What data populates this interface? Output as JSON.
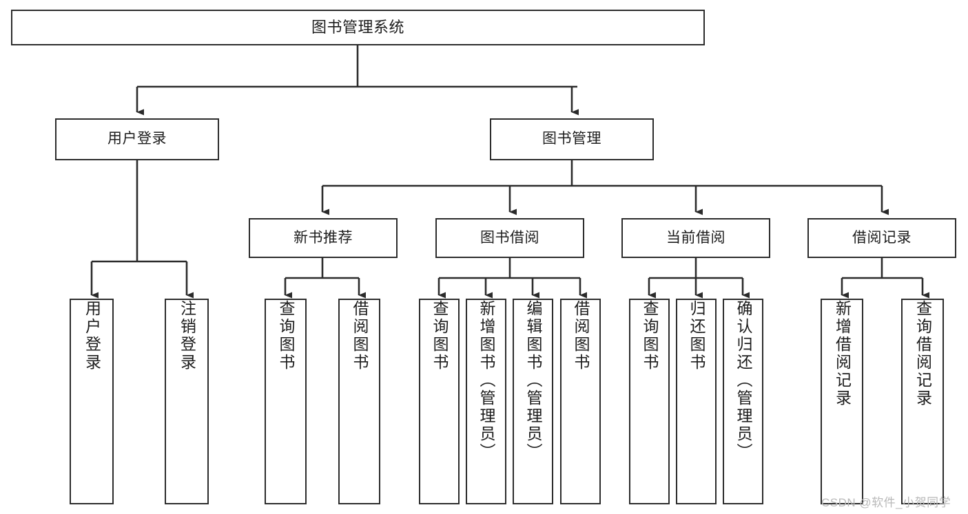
{
  "diagram": {
    "type": "hierarchy-tree",
    "title": "图书管理系统",
    "watermark": "CSDN @软件_小贺同学",
    "colors": {
      "border": "#2b2b2b",
      "text": "#1c1c1c",
      "background": "#ffffff",
      "watermark": "#b9b9b9"
    },
    "levels": [
      {
        "level": 1,
        "nodes": [
          {
            "id": "root",
            "label": "图书管理系统",
            "orientation": "horizontal"
          }
        ]
      },
      {
        "level": 2,
        "nodes": [
          {
            "id": "user-login",
            "label": "用户登录",
            "orientation": "horizontal",
            "parent": "root"
          },
          {
            "id": "book-manage",
            "label": "图书管理",
            "orientation": "horizontal",
            "parent": "root"
          }
        ]
      },
      {
        "level": 3,
        "nodes": [
          {
            "id": "new-book-rec",
            "label": "新书推荐",
            "orientation": "horizontal",
            "parent": "book-manage"
          },
          {
            "id": "book-borrow",
            "label": "图书借阅",
            "orientation": "horizontal",
            "parent": "book-manage"
          },
          {
            "id": "current-borrow",
            "label": "当前借阅",
            "orientation": "horizontal",
            "parent": "book-manage"
          },
          {
            "id": "borrow-record",
            "label": "借阅记录",
            "orientation": "horizontal",
            "parent": "book-manage"
          }
        ]
      },
      {
        "level": 4,
        "nodes": [
          {
            "id": "leaf-user-login",
            "label": "用户登录",
            "orientation": "vertical",
            "parent": "user-login"
          },
          {
            "id": "leaf-logout",
            "label": "注销登录",
            "orientation": "vertical",
            "parent": "user-login"
          },
          {
            "id": "leaf-query-book-1",
            "label": "查询图书",
            "orientation": "vertical",
            "parent": "new-book-rec"
          },
          {
            "id": "leaf-borrow-book-1",
            "label": "借阅图书",
            "orientation": "vertical",
            "parent": "new-book-rec"
          },
          {
            "id": "leaf-query-book-2",
            "label": "查询图书",
            "orientation": "vertical",
            "parent": "book-borrow"
          },
          {
            "id": "leaf-add-book",
            "label": "新增图书（管理员）",
            "orientation": "vertical",
            "parent": "book-borrow"
          },
          {
            "id": "leaf-edit-book",
            "label": "编辑图书（管理员）",
            "orientation": "vertical",
            "parent": "book-borrow"
          },
          {
            "id": "leaf-borrow-book-2",
            "label": "借阅图书",
            "orientation": "vertical",
            "parent": "book-borrow"
          },
          {
            "id": "leaf-query-book-3",
            "label": "查询图书",
            "orientation": "vertical",
            "parent": "current-borrow"
          },
          {
            "id": "leaf-return-book",
            "label": "归还图书",
            "orientation": "vertical",
            "parent": "current-borrow"
          },
          {
            "id": "leaf-confirm-return",
            "label": "确认归还（管理员）",
            "orientation": "vertical",
            "parent": "current-borrow"
          },
          {
            "id": "leaf-add-record",
            "label": "新增借阅记录",
            "orientation": "vertical",
            "parent": "borrow-record"
          },
          {
            "id": "leaf-query-record",
            "label": "查询借阅记录",
            "orientation": "vertical",
            "parent": "borrow-record"
          }
        ]
      }
    ],
    "edges": [
      {
        "from": "root",
        "to": "user-login"
      },
      {
        "from": "root",
        "to": "book-manage"
      },
      {
        "from": "book-manage",
        "to": "new-book-rec"
      },
      {
        "from": "book-manage",
        "to": "book-borrow"
      },
      {
        "from": "book-manage",
        "to": "current-borrow"
      },
      {
        "from": "book-manage",
        "to": "borrow-record"
      },
      {
        "from": "user-login",
        "to": "leaf-user-login"
      },
      {
        "from": "user-login",
        "to": "leaf-logout"
      },
      {
        "from": "new-book-rec",
        "to": "leaf-query-book-1"
      },
      {
        "from": "new-book-rec",
        "to": "leaf-borrow-book-1"
      },
      {
        "from": "book-borrow",
        "to": "leaf-query-book-2"
      },
      {
        "from": "book-borrow",
        "to": "leaf-add-book"
      },
      {
        "from": "book-borrow",
        "to": "leaf-edit-book"
      },
      {
        "from": "book-borrow",
        "to": "leaf-borrow-book-2"
      },
      {
        "from": "current-borrow",
        "to": "leaf-query-book-3"
      },
      {
        "from": "current-borrow",
        "to": "leaf-return-book"
      },
      {
        "from": "current-borrow",
        "to": "leaf-confirm-return"
      },
      {
        "from": "borrow-record",
        "to": "leaf-add-record"
      },
      {
        "from": "borrow-record",
        "to": "leaf-query-record"
      }
    ]
  }
}
